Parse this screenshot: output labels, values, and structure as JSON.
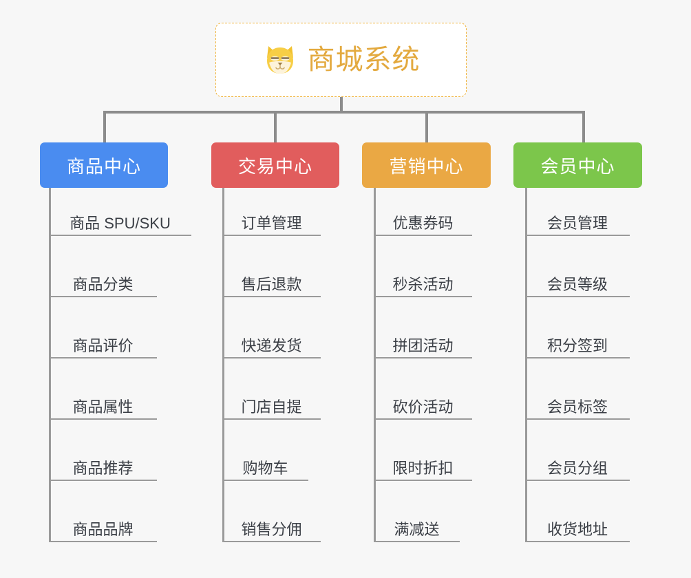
{
  "page": {
    "background_color": "#f7f7f7",
    "connector_color": "#8c8c8c"
  },
  "root": {
    "title": "商城系统",
    "icon": "shiba-dog-face-icon",
    "text_color": "#e3a93e",
    "border_color": "#f0b43c",
    "background_color": "#ffffff"
  },
  "categories": [
    {
      "label": "商品中心",
      "color": "#4a8cf0",
      "items": [
        {
          "label": "商品 SPU/SKU"
        },
        {
          "label": "商品分类"
        },
        {
          "label": "商品评价"
        },
        {
          "label": "商品属性"
        },
        {
          "label": "商品推荐"
        },
        {
          "label": "商品品牌"
        }
      ]
    },
    {
      "label": "交易中心",
      "color": "#e15d5d",
      "items": [
        {
          "label": "订单管理"
        },
        {
          "label": "售后退款"
        },
        {
          "label": "快递发货"
        },
        {
          "label": "门店自提"
        },
        {
          "label": "购物车"
        },
        {
          "label": "销售分佣"
        }
      ]
    },
    {
      "label": "营销中心",
      "color": "#eaa844",
      "items": [
        {
          "label": "优惠券码"
        },
        {
          "label": "秒杀活动"
        },
        {
          "label": "拼团活动"
        },
        {
          "label": "砍价活动"
        },
        {
          "label": "限时折扣"
        },
        {
          "label": "满减送"
        }
      ]
    },
    {
      "label": "会员中心",
      "color": "#7cc64b",
      "items": [
        {
          "label": "会员管理"
        },
        {
          "label": "会员等级"
        },
        {
          "label": "积分签到"
        },
        {
          "label": "会员标签"
        },
        {
          "label": "会员分组"
        },
        {
          "label": "收货地址"
        }
      ]
    }
  ]
}
